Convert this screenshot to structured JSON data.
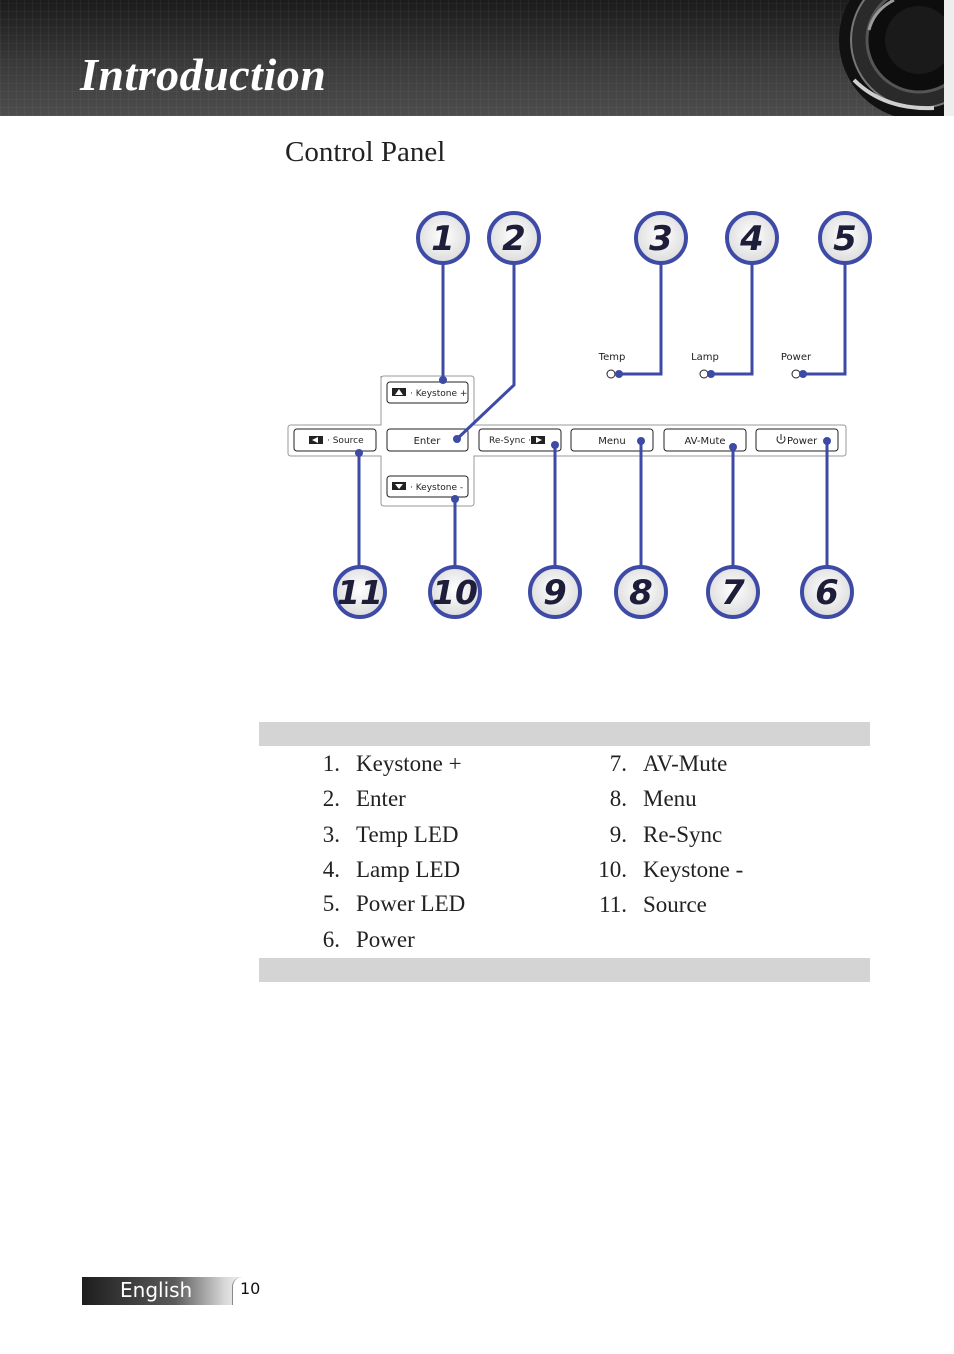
{
  "header": {
    "title": "Introduction"
  },
  "section": {
    "title": "Control Panel"
  },
  "panel": {
    "led_labels": [
      "Temp",
      "Lamp",
      "Power"
    ],
    "buttons": {
      "keystone_plus": "· Keystone +",
      "keystone_minus": "· Keystone -",
      "source": "· Source",
      "enter": "Enter",
      "resync": "Re-Sync ·",
      "menu": "Menu",
      "avmute": "AV-Mute",
      "power": "Power"
    }
  },
  "callouts": [
    "1",
    "2",
    "3",
    "4",
    "5",
    "6",
    "7",
    "8",
    "9",
    "10",
    "11"
  ],
  "legend": {
    "left": [
      {
        "num": "1.",
        "text": "Keystone +"
      },
      {
        "num": "2.",
        "text": "Enter"
      },
      {
        "num": "3.",
        "text": "Temp LED"
      },
      {
        "num": "4.",
        "text": "Lamp LED"
      },
      {
        "num": "5.",
        "text": "Power LED"
      },
      {
        "num": "6.",
        "text": "Power"
      }
    ],
    "right": [
      {
        "num": "7.",
        "text": "AV-Mute"
      },
      {
        "num": "8.",
        "text": "Menu"
      },
      {
        "num": "9.",
        "text": "Re-Sync"
      },
      {
        "num": "10.",
        "text": "Keystone -"
      },
      {
        "num": "11.",
        "text": "Source"
      }
    ]
  },
  "footer": {
    "language": "English",
    "page": "10"
  },
  "colors": {
    "callout_blue": "#3d4aa6",
    "band_gray": "#d4d4d4"
  }
}
